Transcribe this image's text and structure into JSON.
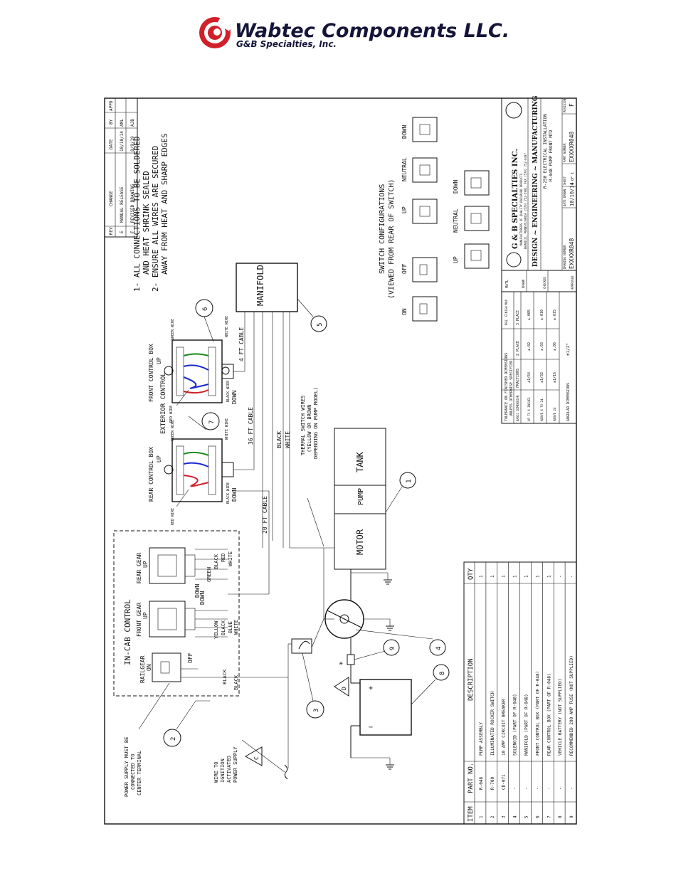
{
  "header": {
    "company": "Wabtec Components LLC.",
    "subsidiary": "G&B Specialties, Inc.",
    "logo_icon": "wabtec-swirl-logo",
    "accent_color": "#d0202a"
  },
  "notes": {
    "n1": "1- ALL CONNECTIONS TO BE SOLDERED",
    "n1b": "AND HEAT SHRINK SEALED",
    "n2": "2- ENSURE ALL WIRES ARE SECURED",
    "n2b": "AWAY FROM HEAT AND SHARP EDGES"
  },
  "revisions": {
    "headers": [
      "REV",
      "CHANGE",
      "DATE",
      "BY",
      "APPD"
    ],
    "rows": [
      [
        "E",
        "MANUAL RELEASE",
        "10/10/14",
        "AML",
        ""
      ],
      [
        "F",
        "REVISED DRAWING",
        "8/9/19",
        "AJB",
        ""
      ]
    ]
  },
  "labels": {
    "exterior_control": "EXTERIOR CONTROL",
    "rear_control_box": "REAR CONTROL BOX",
    "front_control_box": "FRONT CONTROL BOX",
    "manifold": "MANIFOLD",
    "tank": "TANK",
    "pump": "PUMP",
    "motor": "MOTOR",
    "in_cab_control": "IN-CAB CONTROL",
    "railgear": "RAILGEAR",
    "on": "ON",
    "off": "OFF",
    "up": "UP",
    "down": "DOWN",
    "neutral": "NEUTRAL",
    "front_gear": "FRONT GEAR",
    "rear_gear": "REAR GEAR",
    "cable_4ft": "4 FT CABLE",
    "cable_36ft": "36 FT CABLE",
    "cable_20ft": "20 FT CABLE",
    "black": "BLACK",
    "white": "WHITE",
    "red": "RED",
    "green": "GREEN",
    "blue": "BLUE",
    "yellow": "YELLOW",
    "green_wire": "GREEN WIRE",
    "white_wire": "WHITE WIRE",
    "red_wire": "RED WIRE",
    "black_wire": "BLACK WIRE",
    "thermal1": "THERMAL SWITCH WIRES",
    "thermal2": "(YELLOW OR BROWN",
    "thermal3": "DEPENDING ON PUMP MODEL)",
    "power1": "POWER SUPPLY MUST BE",
    "power2": "CONNECTED TO",
    "power3": "CENTER TERMINAL",
    "ign1": "WIRE TO",
    "ign2": "IGNITION",
    "ign3": "ACTIVATED",
    "ign4": "POWER SUPPLY",
    "switch_cfg1": "SWITCH CONFIGURATIONS",
    "switch_cfg2": "(VIEWED FROM REAR OF SWITCH)",
    "tri_c": "C",
    "tri_d": "D",
    "plus": "+",
    "minus": "−",
    "star": "✳"
  },
  "callouts": [
    "1",
    "2",
    "3",
    "4",
    "5",
    "6",
    "7",
    "8",
    "9"
  ],
  "bom": {
    "headers": [
      "ITEM",
      "PART NO.",
      "DESCRIPTION",
      "QTY"
    ],
    "rows": [
      [
        "1",
        "R-048",
        "PUMP ASSEMBLY",
        "1"
      ],
      [
        "2",
        "R-700",
        "ILLUMINATED ROCKER SWITCH",
        "1"
      ],
      [
        "3",
        "CD-071",
        "10 AMP CIRCUIT BREAKER",
        "1"
      ],
      [
        "4",
        "-",
        "SOLENOID (PART OF R-048)",
        "1"
      ],
      [
        "5",
        "-",
        "MANIFOLD (PART OF R-048)",
        "1"
      ],
      [
        "6",
        "-",
        "FRONT CONTROL BOX (PART OF R-048)",
        "1"
      ],
      [
        "7",
        "-",
        "REAR CONTROL BOX (PART OF R-048)",
        "1"
      ],
      [
        "8",
        "-",
        "VEHICLE BATTERY (NOT SUPPLIED)",
        "-"
      ],
      [
        "9",
        "-",
        "RECOMMENDED 200 AMP FUSE (NOT SUPPLIED)",
        "-"
      ]
    ]
  },
  "tolerance": {
    "title1": "TOLERANCE ON FINISHED DIMENSIONS",
    "title2": "UNLESS OTHERWISE SPECIFIED",
    "h_basic": "BASIC DIMENSION",
    "h_frac": "FRACTIONS",
    "h_2pl": "2 PLACE",
    "h_3pl": "3 PLACE",
    "h_fin": "REQ. FINISH MAX",
    "r1": [
      "UP TO 6 INCHES",
      "±1/64",
      "±.02",
      "±.005"
    ],
    "r2": [
      "ABOVE 6 TO 24",
      "±1/32",
      "±.03",
      "±.010"
    ],
    "r3": [
      "ABOVE 24",
      "±1/16",
      "±.06",
      "±.015"
    ],
    "angular": "ANGULAR DIMENSIONS",
    "angular_val": "±1/2°",
    "material": "MATL",
    "drawn": "DRAWN",
    "checked": "CHECKED",
    "approved": "APPROVED"
  },
  "titleblock": {
    "company": "G & B SPECIALTIES INC.",
    "tagline": "MANUFACTURERS OF QUALITY RAILROAD PRODUCTS",
    "address": "BERWICK, PENNSYLVANIA (570) 752-5901, FAX (570) 752-6397",
    "dem": "DESIGN ~ ENGINEERING ~ MANUFACTURING",
    "desc1": "R-250 ELECTRICAL INSTALLATION",
    "desc2": "R-048 PUMP FRONT MTD",
    "drawing_no_label": "DRAWING NUMBER",
    "drawing_no": "EXXXXR048",
    "date_label": "DATE DRAWN",
    "date": "10/10/14",
    "sheet_label": "SHEET",
    "sheet": "1 OF 1",
    "part_label": "PART NUMBER",
    "part": "EXXXXR048",
    "rev_label": "REVISION",
    "rev": "F"
  }
}
